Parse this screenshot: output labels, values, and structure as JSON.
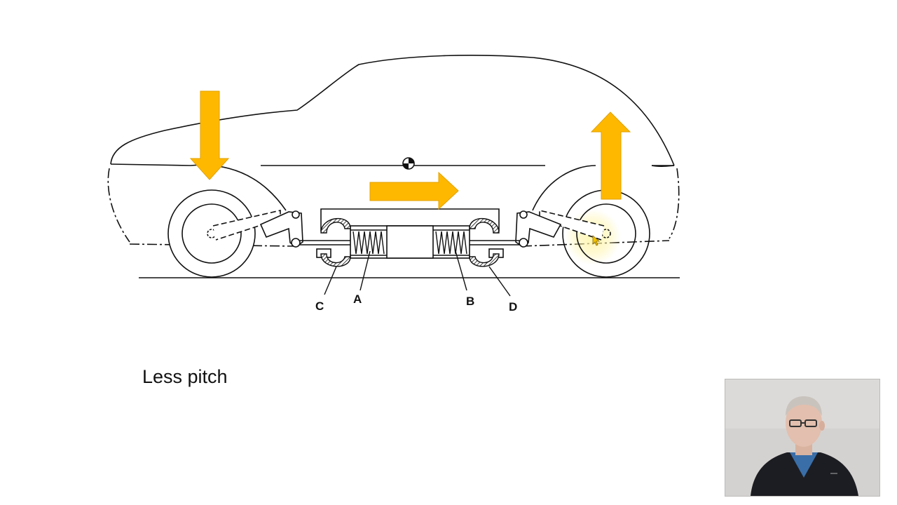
{
  "caption": "Less pitch",
  "labels": {
    "a": "A",
    "b": "B",
    "c": "C",
    "d": "D"
  },
  "colors": {
    "arrow": "#FFB800",
    "arrow_stroke": "#E0A000",
    "line": "#111111",
    "background": "#FFFFFF"
  },
  "icons": {
    "center_of_gravity": "center-of-gravity-icon",
    "cursor": "cursor-icon"
  }
}
